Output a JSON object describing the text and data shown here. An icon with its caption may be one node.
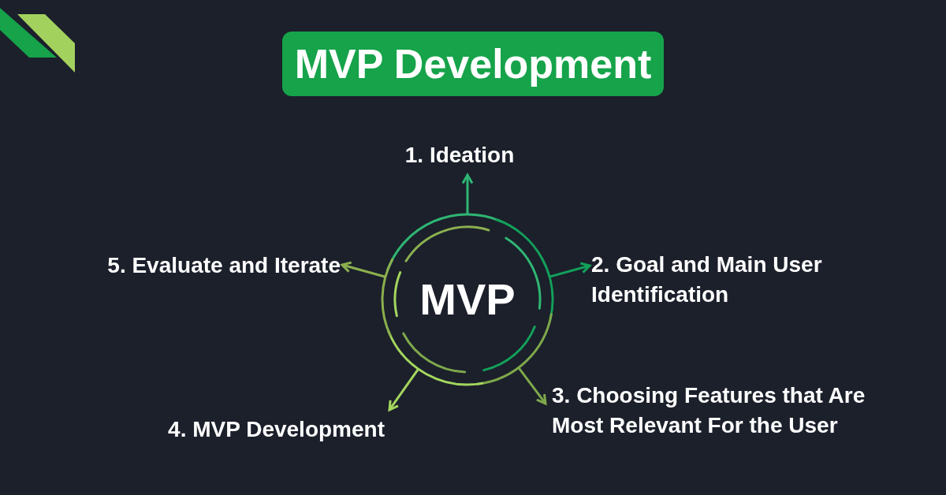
{
  "diagram": {
    "title": "MVP Development",
    "nodes": [
      {
        "text": [
          "MVP"
        ]
      },
      {
        "text": [
          "1. Ideation"
        ]
      },
      {
        "text": [
          "2. Goal and Main User Identification"
        ]
      },
      {
        "text": [
          "3. Choosing Features that Are Most Relevant For the User"
        ]
      },
      {
        "text": [
          "4. MVP Development"
        ]
      },
      {
        "text": [
          "5. Evaluate and Iterate"
        ]
      }
    ],
    "edges": [
      {
        "from": 0,
        "to": 1,
        "arrow": "to",
        "color": "#2fb673"
      },
      {
        "from": 0,
        "to": 2,
        "arrow": "to",
        "color": "#13a05a"
      },
      {
        "from": 0,
        "to": 3,
        "arrow": "to",
        "color": "#7ea84a"
      },
      {
        "from": 0,
        "to": 4,
        "arrow": "to",
        "color": "#a4d65e"
      },
      {
        "from": 0,
        "to": 5,
        "arrow": "to",
        "color": "#8bb04e"
      }
    ]
  }
}
